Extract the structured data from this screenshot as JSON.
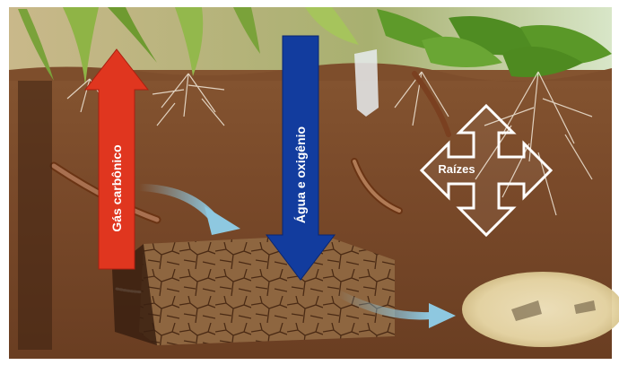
{
  "labels": {
    "co2_arrow": "Gás carbônico",
    "water_arrow": "Água e oxigênio",
    "roots": "Raízes"
  },
  "colors": {
    "co2_arrow": "#e0361f",
    "water_arrow": "#123c9e",
    "roots_arrow_outline": "#ffffff",
    "flow_arrows": "#8ec8e0",
    "soil": "#7a4a2a"
  }
}
